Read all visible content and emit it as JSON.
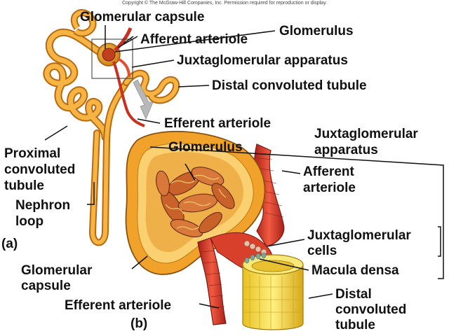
{
  "copyright": "Copyright © The McGraw-Hill Companies, Inc. Permission required for reproduction or display.",
  "labels": {
    "glomerular_capsule_top": "Glomerular capsule",
    "glomerulus_top": "Glomerulus",
    "afferent_arteriole_top": "Afferent arteriole",
    "juxtaglomerular_apparatus_top": "Juxtaglomerular apparatus",
    "distal_convoluted_tubule_top": "Distal convoluted tubule",
    "efferent_arteriole_top": "Efferent arteriole",
    "proximal_convoluted_tubule": [
      "Proximal",
      "convoluted",
      "tubule"
    ],
    "nephron_loop": [
      "Nephron",
      "loop"
    ],
    "panel_a": "(a)",
    "panel_b": "(b)",
    "glomerulus_b": "Glomerulus",
    "juxtaglomerular_apparatus_b": [
      "Juxtaglomerular",
      "apparatus"
    ],
    "afferent_arteriole_b": [
      "Afferent",
      "arteriole"
    ],
    "juxtaglomerular_cells": [
      "Juxtaglomerular",
      "cells"
    ],
    "macula_densa": "Macula densa",
    "distal_convoluted_tubule_b": [
      "Distal",
      "convoluted",
      "tubule"
    ],
    "glomerular_capsule_b": [
      "Glomerular",
      "capsule"
    ],
    "efferent_arteriole_b": "Efferent arteriole"
  },
  "colors": {
    "tubule": "#f0a830",
    "tubule_dark": "#b86a10",
    "capsule": "#e8941c",
    "artery": "#d8382a",
    "artery_dark": "#8e1a12",
    "distal_tube": "#f8e050",
    "leader": "#111111",
    "arrow": "#b8b8b8"
  }
}
